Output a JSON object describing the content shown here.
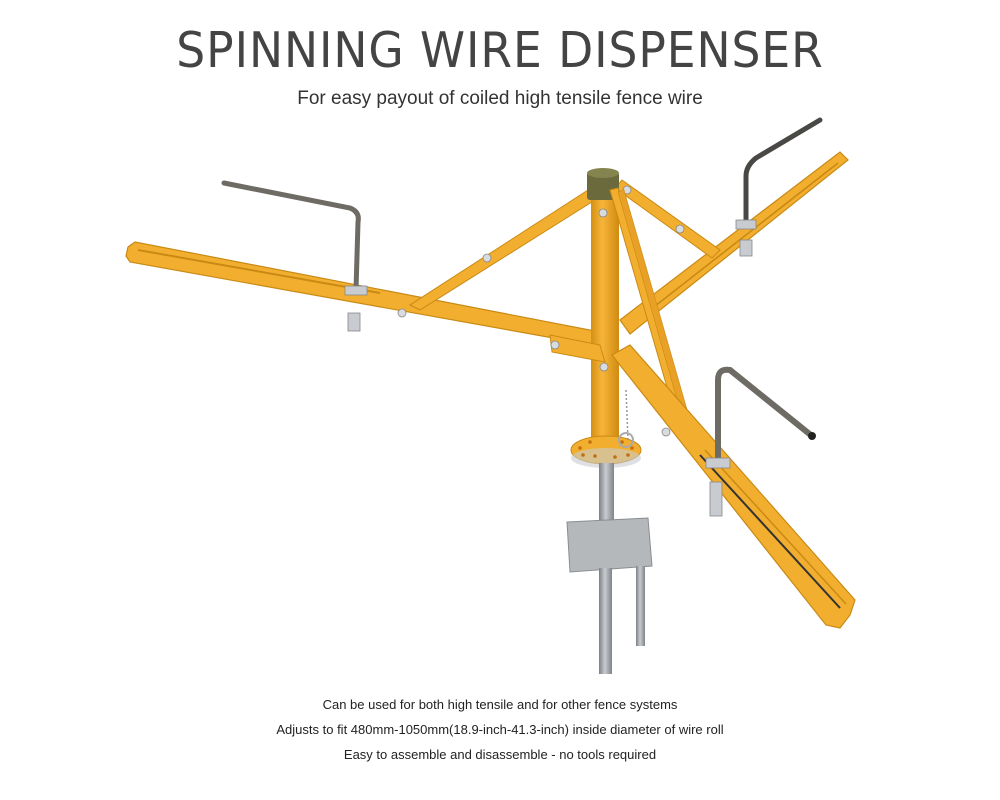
{
  "title": "SPINNING WIRE DISPENSER",
  "subtitle": "For easy payout of coiled high tensile fence wire",
  "product": {
    "name": "wire-dispenser-photo",
    "colors": {
      "frame": "#f2ae2e",
      "frame_shadow": "#c98a14",
      "steel": "#a9adb0",
      "steel_dark": "#7c8084",
      "handle": "#6e6a64",
      "cap": "#6b6a3c",
      "bolt": "#d9dcdf"
    }
  },
  "features": [
    "Can be used for both high tensile and for other fence systems",
    "Adjusts to fit 480mm-1050mm(18.9-inch-41.3-inch) inside diameter of wire roll",
    "Easy to assemble and disassemble - no tools required"
  ]
}
